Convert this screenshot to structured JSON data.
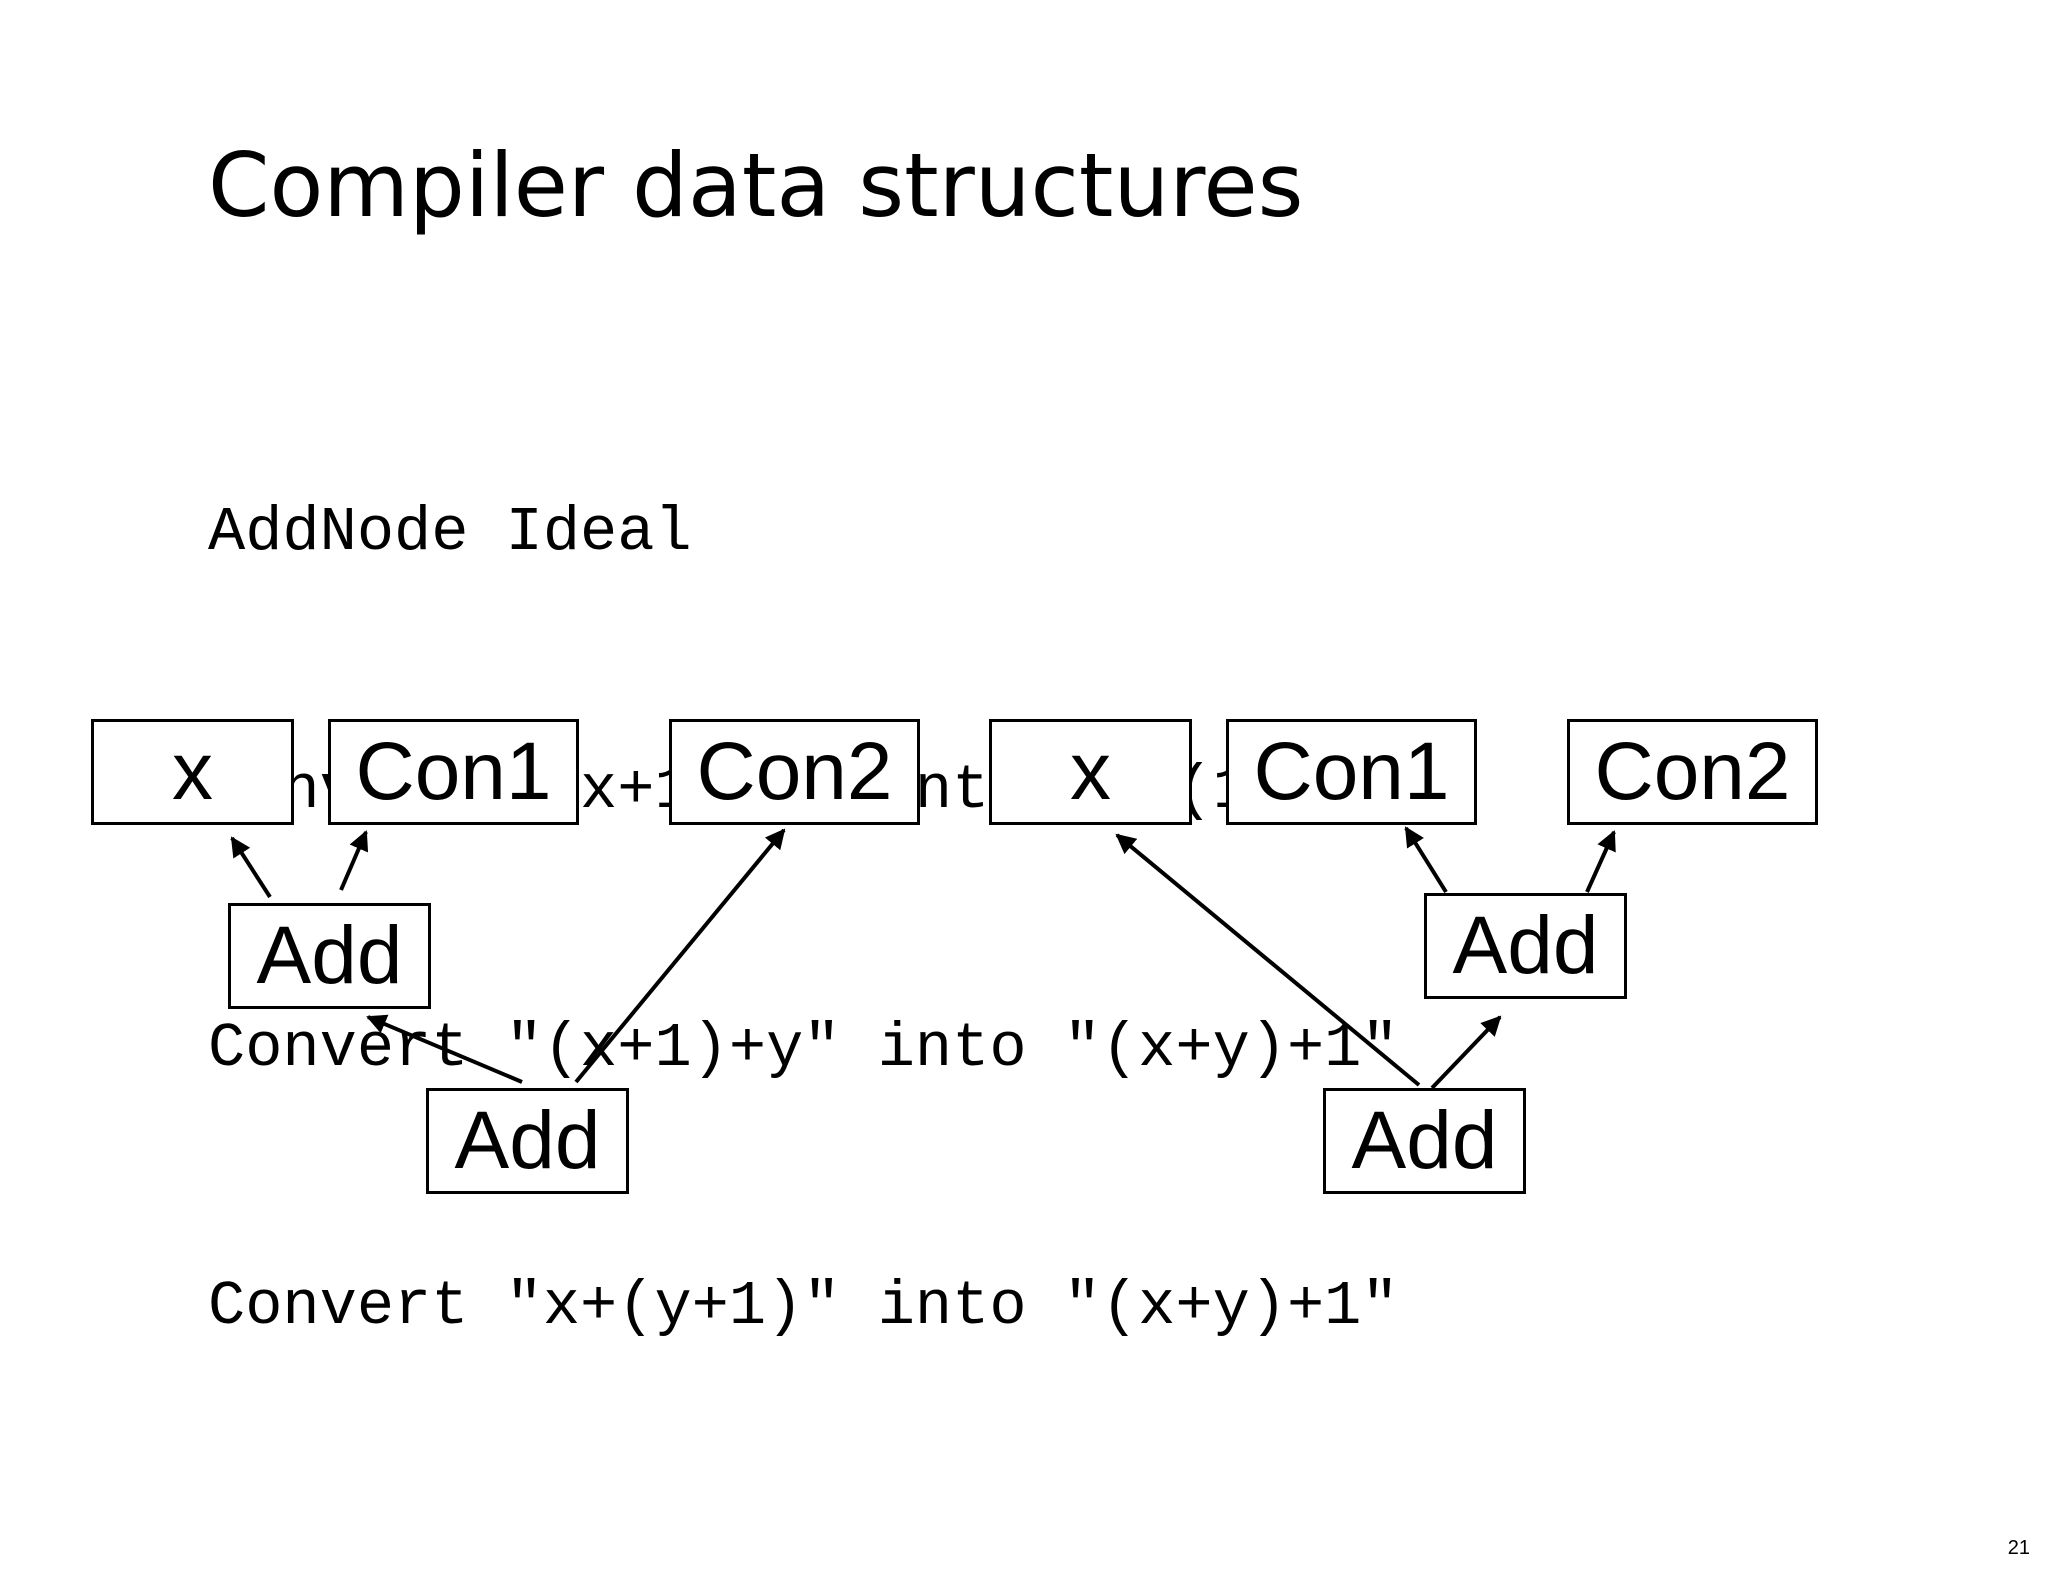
{
  "title": "Compiler data structures",
  "code_lines": [
    "AddNode Ideal",
    "Convert \"(x+1)+2\" into \"x+(1+2)\"",
    "Convert \"(x+1)+y\" into \"(x+y)+1\"",
    "Convert \"x+(y+1)\" into \"(x+y)+1\""
  ],
  "diagrams": {
    "before": {
      "x": "x",
      "con1": "Con1",
      "con2": "Con2",
      "inner_add": "Add",
      "outer_add": "Add"
    },
    "after": {
      "x": "x",
      "con1": "Con1",
      "con2": "Con2",
      "inner_add": "Add",
      "outer_add": "Add"
    }
  },
  "page_number": "21"
}
